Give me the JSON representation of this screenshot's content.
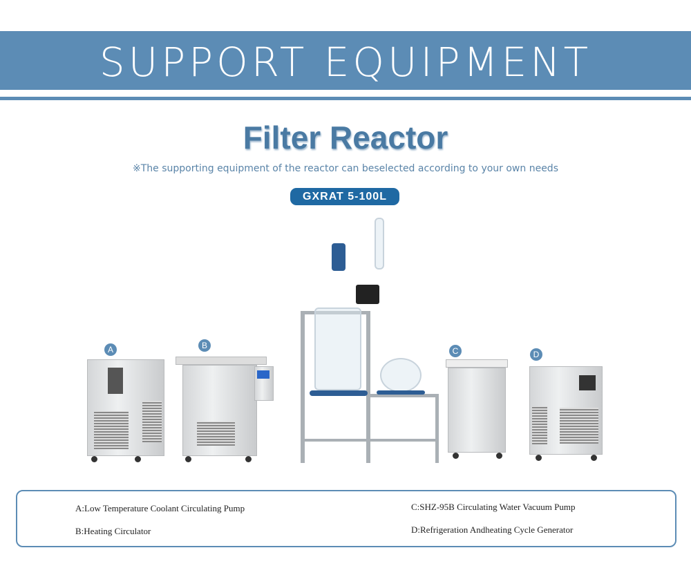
{
  "banner": {
    "title": "SUPPORT EQUIPMENT"
  },
  "product": {
    "title": "Filter Reactor",
    "subtitle": "※The supporting equipment of the reactor can beselected according to your own needs",
    "model": "GXRAT 5-100L"
  },
  "equipment_labels": {
    "a": "A",
    "b": "B",
    "c": "C",
    "d": "D"
  },
  "legend": {
    "a": "A:Low Temperature Coolant Circulating Pump",
    "b": "B:Heating Circulator",
    "c": "C:SHZ-95B Circulating Water Vacuum Pump",
    "d": "D:Refrigeration Andheating Cycle Generator"
  },
  "colors": {
    "accent": "#5c8cb5",
    "model_badge": "#1f69a3"
  }
}
